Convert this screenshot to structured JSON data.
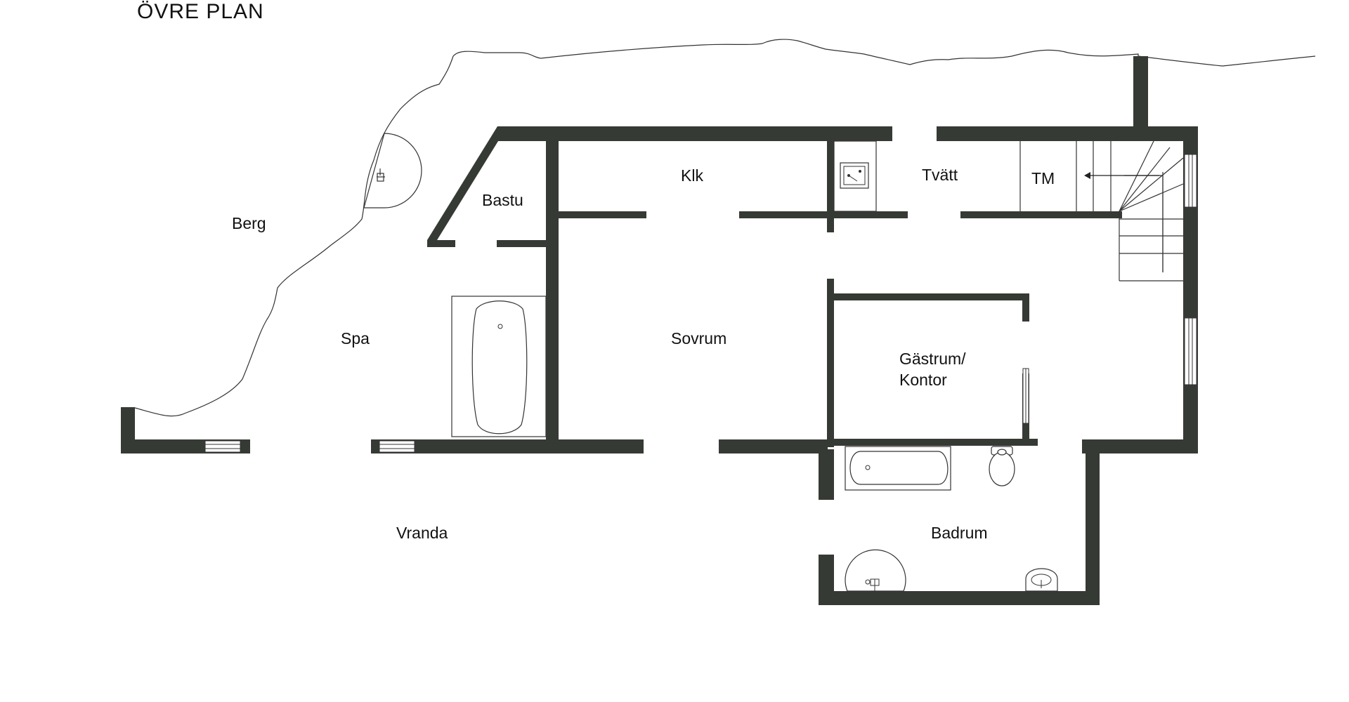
{
  "title": "ÖVRE PLAN",
  "rooms": {
    "berg": "Berg",
    "bastu": "Bastu",
    "klk": "Klk",
    "tvatt": "Tvätt",
    "tm": "TM",
    "spa": "Spa",
    "sovrum": "Sovrum",
    "gastrum_line1": "Gästrum/",
    "gastrum_line2": "Kontor",
    "vranda": "Vranda",
    "badrum": "Badrum"
  },
  "colors": {
    "wall": "#363a34",
    "line": "#333333",
    "background": "#ffffff"
  }
}
